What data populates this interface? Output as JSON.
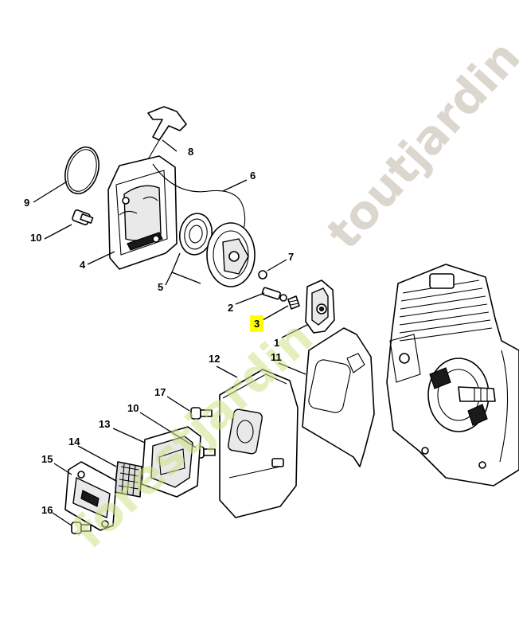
{
  "callouts": {
    "c1": "1",
    "c2": "2",
    "c3": "3",
    "c4": "4",
    "c5": "5",
    "c6": "6",
    "c7": "7",
    "c8": "8",
    "c9": "9",
    "c10a": "10",
    "c10b": "10",
    "c11": "11",
    "c12": "12",
    "c13": "13",
    "c14": "14",
    "c15": "15",
    "c16": "16",
    "c17": "17"
  },
  "highlight": {
    "label": "3",
    "color": "#ffff00"
  },
  "watermarks": {
    "top": "toutjardin.com",
    "bottom": "forestjardin"
  },
  "colors": {
    "line": "#000000",
    "highlight": "#ffff00",
    "watermark_top": "#bfb8a8",
    "watermark_bottom": "#cde58a"
  }
}
